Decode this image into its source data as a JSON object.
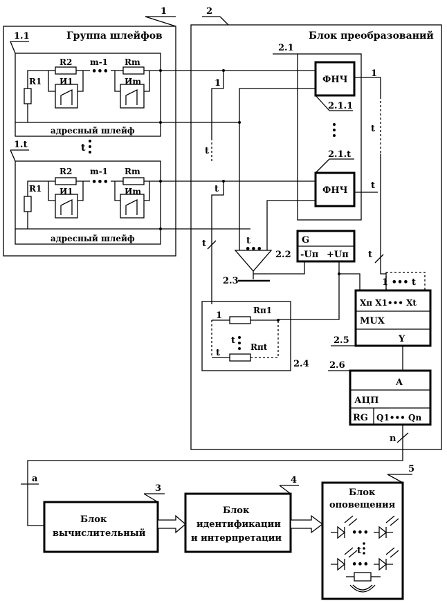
{
  "block_numbers": {
    "b1": "1",
    "b1_1": "1.1",
    "b1_t": "1.t",
    "b2": "2",
    "b2_1": "2.1",
    "b2_1_1": "2.1.1",
    "b2_1_t": "2.1.t",
    "b2_2": "2.2",
    "b2_3": "2.3",
    "b2_4": "2.4",
    "b2_5": "2.5",
    "b2_6": "2.6",
    "b3": "3",
    "b4": "4",
    "b5": "5"
  },
  "loop_group": {
    "title": "Группа шлейфов",
    "loop_label": "адресный шлейф",
    "r1": "R1",
    "r2": "R2",
    "rm": "Rm",
    "m_minus_1": "m-1",
    "i1": "И1",
    "im": "Иm",
    "t_mark": "t"
  },
  "conversion": {
    "title": "Блок преобразований",
    "lpf": "ФНЧ",
    "g": "G",
    "minus_up": "-Uп",
    "plus_up": "+Uп",
    "rp1": "Rп1",
    "rpt": "Rпt",
    "mux": "MUX",
    "mux_inputs": "Xп X1••• Xt",
    "mux_y": "Y",
    "adc_a": "A",
    "adc": "АЦП",
    "rg": "RG",
    "adc_out": "Q1••• Qn",
    "lab_1": "1",
    "lab_t": "t",
    "lab_n": "n",
    "lab_a": "a",
    "ellipsis": "•••",
    "mux_top": "1 ••• t"
  },
  "computing_block": {
    "line1": "Блок",
    "line2": "вычислительный"
  },
  "ident_block": {
    "line1": "Блок",
    "line2": "идентификации",
    "line3": "и интерпретации"
  },
  "alert_block": {
    "line1": "Блок",
    "line2": "оповещения"
  }
}
